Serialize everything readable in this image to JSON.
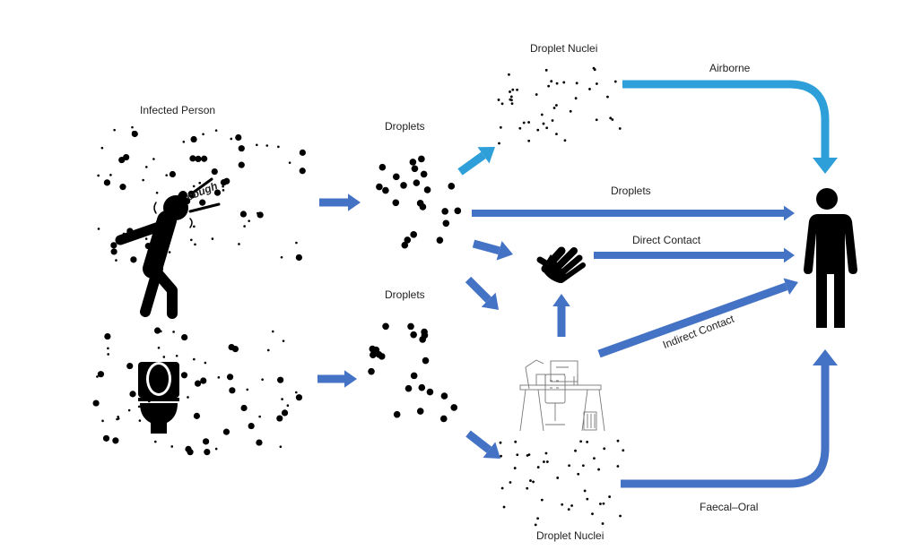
{
  "diagram": {
    "title": "Transmission routes from an infected person",
    "colors": {
      "arrow_dark": "#4472C4",
      "arrow_light": "#2E9FD9",
      "ink": "#000000",
      "background": "#FFFFFF"
    },
    "nodes": {
      "infected_person": {
        "label": "Infected Person",
        "icon": "coughing-person-icon",
        "speech": "cough"
      },
      "toilet": {
        "label": "",
        "icon": "toilet-icon"
      },
      "droplets_upper": {
        "label": "Droplets"
      },
      "droplets_lower": {
        "label": "Droplets"
      },
      "droplet_nuclei_upper": {
        "label": "Droplet Nuclei"
      },
      "droplet_nuclei_lower": {
        "label": "Droplet Nuclei"
      },
      "hand": {
        "label": "",
        "icon": "hand-icon"
      },
      "workspace": {
        "label": "",
        "icon": "desk-surface-icon"
      },
      "recipient": {
        "label": "",
        "icon": "person-icon"
      }
    },
    "routes": [
      {
        "name": "airborne",
        "label": "Airborne",
        "from": "droplet_nuclei_upper",
        "to": "recipient",
        "color": "light"
      },
      {
        "name": "droplets",
        "label": "Droplets",
        "from": "droplets_upper",
        "to": "recipient",
        "color": "dark"
      },
      {
        "name": "direct-contact",
        "label": "Direct Contact",
        "from": "hand",
        "to": "recipient",
        "color": "dark"
      },
      {
        "name": "indirect-contact",
        "label": "Indirect Contact",
        "from": "workspace",
        "to": "recipient",
        "color": "dark"
      },
      {
        "name": "faecal-oral",
        "label": "Faecal–Oral",
        "from": "droplet_nuclei_lower",
        "to": "recipient",
        "color": "dark"
      }
    ],
    "links": [
      {
        "from": "infected_person",
        "to": "droplets_upper"
      },
      {
        "from": "toilet",
        "to": "droplets_lower"
      },
      {
        "from": "droplets_upper",
        "to": "droplet_nuclei_upper"
      },
      {
        "from": "droplets_upper",
        "to": "hand"
      },
      {
        "from": "droplets_upper",
        "to": "workspace"
      },
      {
        "from": "workspace",
        "to": "hand"
      },
      {
        "from": "droplets_lower",
        "to": "droplet_nuclei_lower"
      }
    ]
  }
}
